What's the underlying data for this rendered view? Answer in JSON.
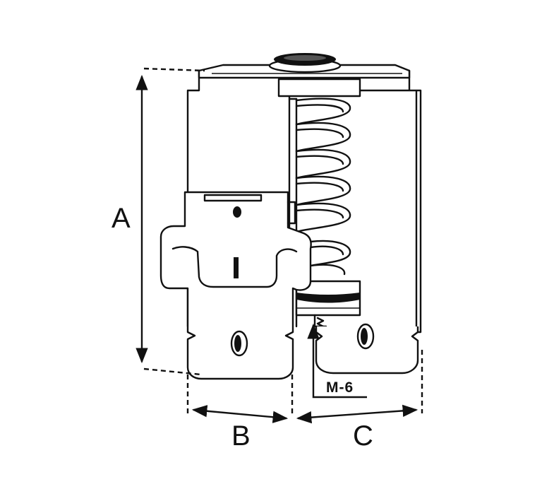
{
  "dimensions": {
    "a": "A",
    "b": "B",
    "c": "C"
  },
  "thread": "M-6",
  "colors": {
    "ink": "#111111",
    "paper": "#ffffff"
  }
}
